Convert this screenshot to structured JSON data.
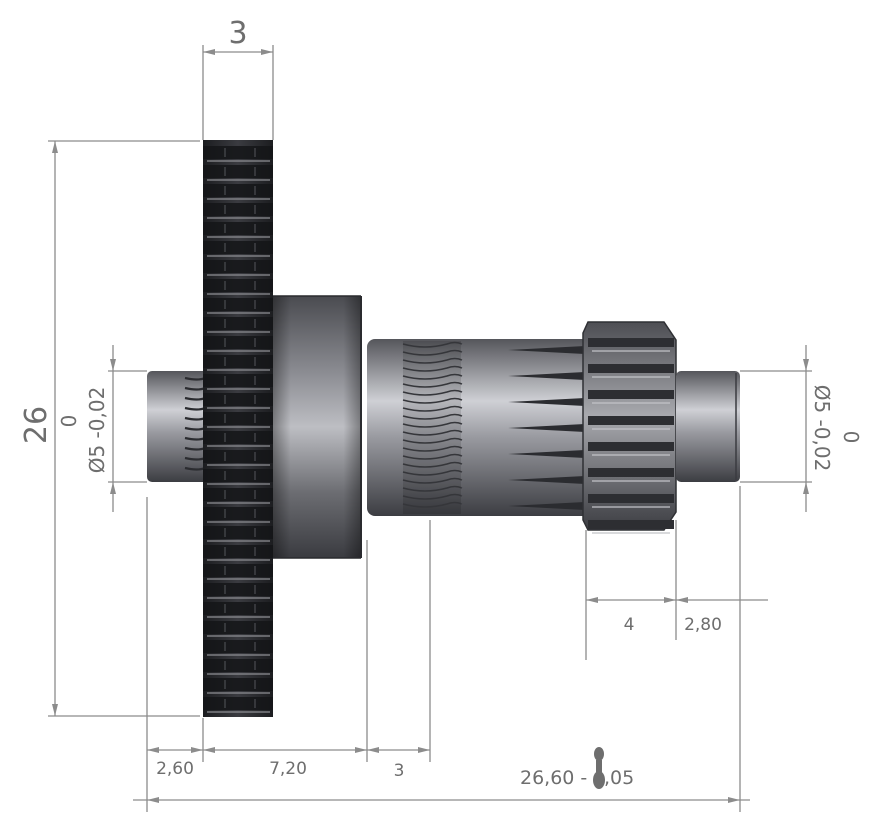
{
  "dimensions": {
    "gear_width": "3",
    "gear_diameter": "26",
    "left_shaft_tol_upper": "0",
    "left_shaft_diameter": "Ø5 -0,02",
    "right_shaft_tol_upper": "0",
    "right_shaft_diameter": "Ø5 -0,02",
    "pinion_length": "4",
    "right_shaft_length": "2,80",
    "left_shaft_length": "2,60",
    "hub_length": "7,20",
    "groove_length": "3",
    "overall_length_a": "26,60 -",
    "overall_length_b": ",05"
  },
  "colors": {
    "line": "#8c8c8c",
    "text": "#6e6e6e",
    "gear_dark": "#2e2f33",
    "metal_light": "#cfd0d5",
    "metal_mid": "#8d8e94",
    "metal_dark": "#55565b"
  }
}
